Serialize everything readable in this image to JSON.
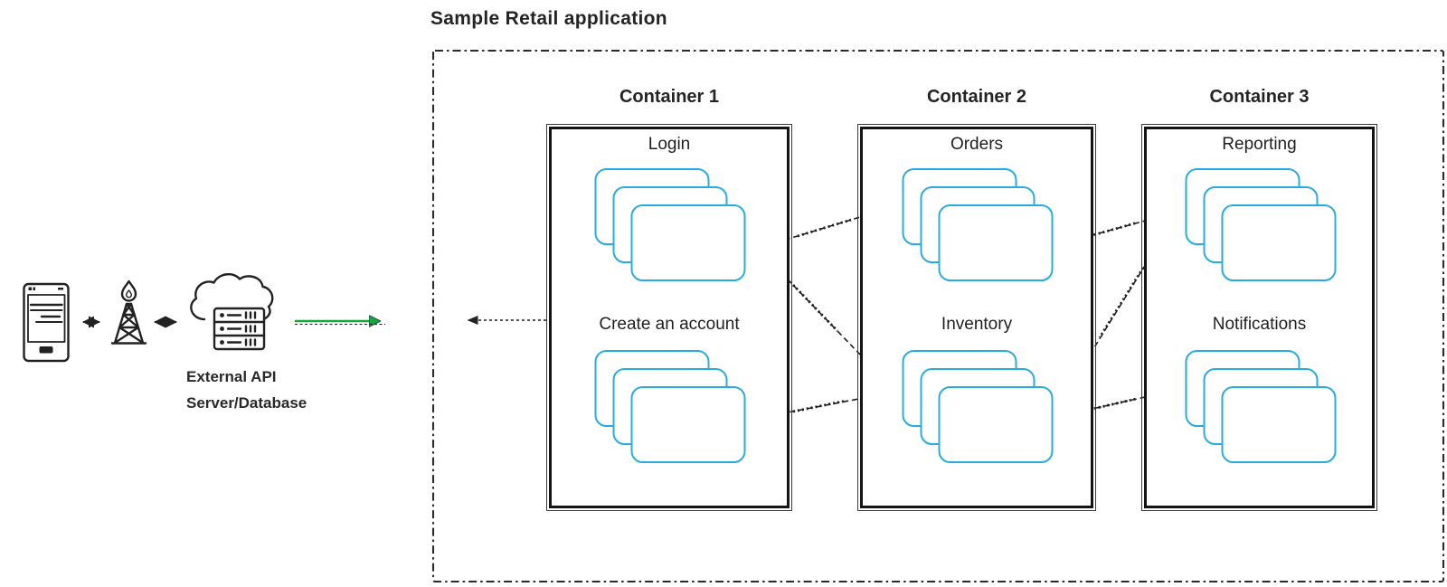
{
  "page": {
    "title": "Sample Retail application"
  },
  "external_system": {
    "label_line1": "External API",
    "label_line2": "Server/Database",
    "icons": [
      "mobile-device-icon",
      "radio-tower-icon",
      "cloud-server-icon"
    ]
  },
  "containers": [
    {
      "title": "Container 1",
      "services": [
        {
          "name": "Login"
        },
        {
          "name": "Create an account"
        }
      ]
    },
    {
      "title": "Container 2",
      "services": [
        {
          "name": "Orders"
        },
        {
          "name": "Inventory"
        }
      ]
    },
    {
      "title": "Container 3",
      "services": [
        {
          "name": "Reporting"
        },
        {
          "name": "Notifications"
        }
      ]
    }
  ],
  "colors": {
    "ink": "#1f1f1f",
    "card_stroke": "#29ABE2",
    "green_arrow": "#17A63C",
    "background": "#ffffff"
  }
}
